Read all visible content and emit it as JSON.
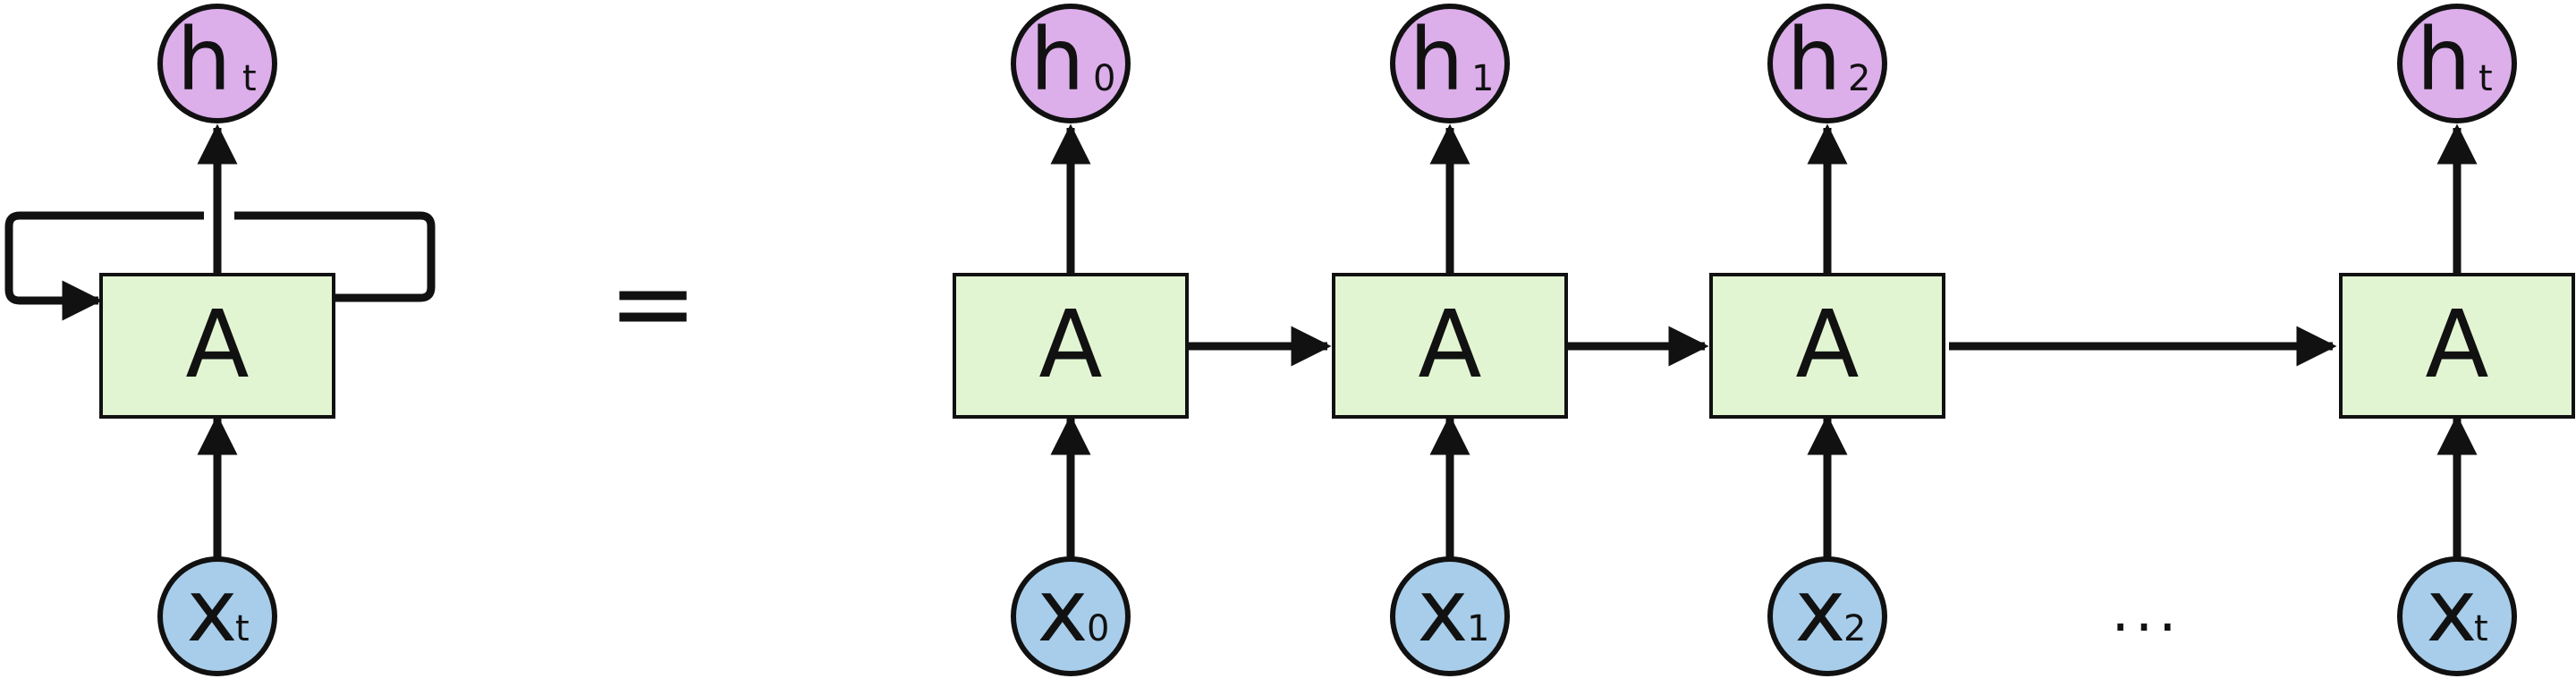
{
  "colors": {
    "cell_fill": "#e2f5d2",
    "hidden_fill": "#dcaeea",
    "input_fill": "#a7cdea",
    "stroke": "#111111",
    "background": "#ffffff"
  },
  "cell_label": "A",
  "hidden_symbol": "h",
  "input_symbol": "x",
  "equals_sign": "=",
  "ellipsis": "...",
  "rolled": {
    "hidden_subscript": "t",
    "input_subscript": "t"
  },
  "unrolled": [
    {
      "hidden_subscript": "0",
      "input_subscript": "0"
    },
    {
      "hidden_subscript": "1",
      "input_subscript": "1"
    },
    {
      "hidden_subscript": "2",
      "input_subscript": "2"
    },
    {
      "hidden_subscript": "t",
      "input_subscript": "t"
    }
  ]
}
